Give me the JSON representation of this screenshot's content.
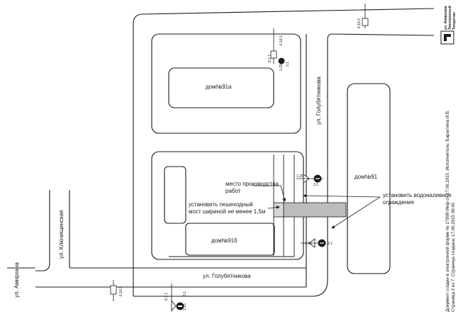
{
  "streets": {
    "golubyatnikova_vertical": "ул. Голубятникова",
    "golubyatnikova_horizontal": "ул. Голубятникова",
    "klyuchishchenskaya": "ул. Ключищенская",
    "amirkhana": "ул. Амирхана"
  },
  "houses": {
    "dom_91a": "дом№91а",
    "dom_91b": "дом№91б",
    "dom_91": "дом№91"
  },
  "annotations": {
    "work_site_line1": "место производства",
    "work_site_line2": "работ",
    "bridge_line1": "установить пешеходный",
    "bridge_line2": "мост шириной не менее 1,5м",
    "barrier_line1": "установить водоналивное",
    "barrier_line2": "ограждения"
  },
  "sign_codes": {
    "s_1_25_top": "1.25",
    "s_3_1_top": "3.1",
    "s_1_25_bottom": "1.25",
    "s_3_1_bottom": "3.1",
    "s_6_8_1_right": "6.18.1",
    "s_6_18_1_center": "6.18.1",
    "s_8_1_1": "8.1.1",
    "s_3_1_center": "3.1",
    "s_1_25_center": "1.25",
    "s_6_18_2_bottom": "6.18.2",
    "s_8_1_1_bottom": "8.1.1",
    "s_3_1_bottom_left": "3.1",
    "s_1_25_bottom_left": "1.25"
  },
  "side_text": {
    "line1": "Документ создан в электронной форме № 17808-Инф от 17.06.2015. Исполнитель: Барахтина И.В.",
    "line2": "Страница 2 из 7. Страница создана: 17.06.2015 09:45"
  },
  "logo": {
    "line1": "ул. Амирхана",
    "line2": "Электронный",
    "line3": "Татарстан"
  },
  "colors": {
    "ink": "#1a1a1a",
    "hatch_fill": "#bcbcbc",
    "background": "#ffffff"
  }
}
